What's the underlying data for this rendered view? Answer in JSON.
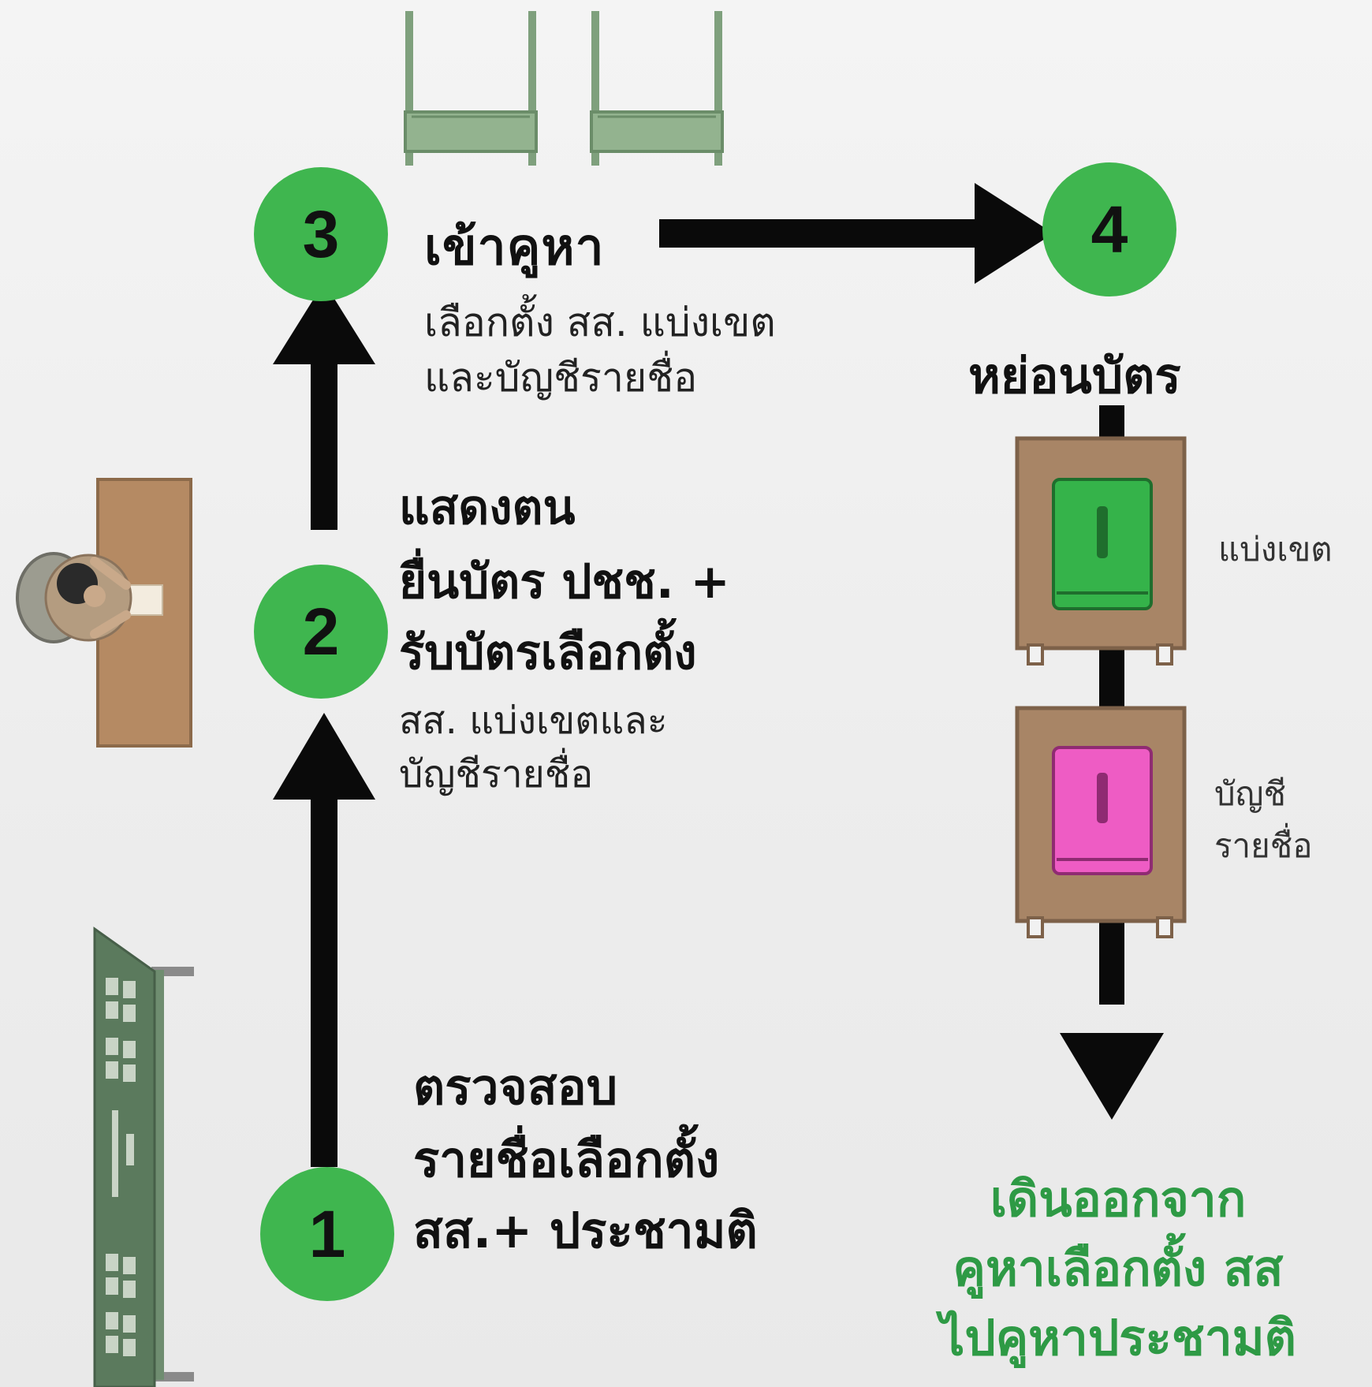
{
  "steps": [
    {
      "number": "1",
      "title_lines": [
        "ตรวจสอบ",
        "รายชื่อเลือกตั้ง",
        "สส.+ ประชามติ"
      ]
    },
    {
      "number": "2",
      "title_lines": [
        "แสดงตน",
        "ยื่นบัตร ปชช. +",
        "รับบัตรเลือกตั้ง"
      ],
      "sub_lines": [
        "สส. แบ่งเขตและ",
        "บัญชีรายชื่อ"
      ]
    },
    {
      "number": "3",
      "title": "เข้าคูหา",
      "sub_lines": [
        "เลือกตั้ง สส. แบ่งเขต",
        "และบัญชีรายชื่อ"
      ]
    },
    {
      "number": "4",
      "title": "หย่อนบัตร"
    }
  ],
  "ballot_boxes": [
    {
      "label_lines": [
        "แบ่งเขต"
      ],
      "color": "#35b34a"
    },
    {
      "label_lines": [
        "บัญชี",
        "รายชื่อ"
      ],
      "color": "#ee5cc4"
    }
  ],
  "exit_lines": [
    "เดินออกจาก",
    "คูหาเลือกตั้ง สส",
    "ไปคูหาประชามติ"
  ],
  "colors": {
    "step_circle": "#3fb64f",
    "exit_text": "#2e9a45",
    "arrow": "#0a0a0a",
    "booth": "#7fa07d",
    "table": "#b58a63",
    "ballot_box": "#a88566",
    "door": "#5b7a5d"
  }
}
